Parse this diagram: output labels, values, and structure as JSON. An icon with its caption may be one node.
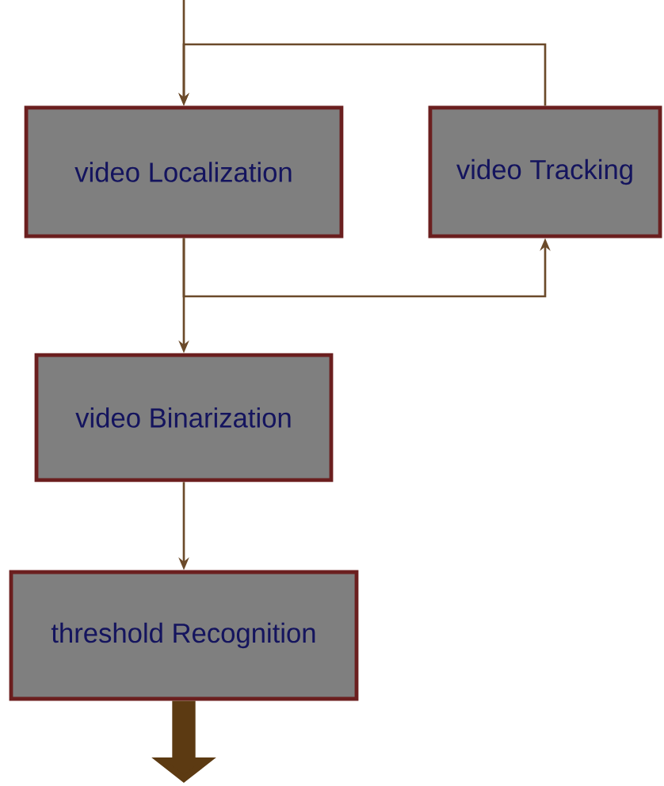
{
  "diagram": {
    "nodes": [
      {
        "text": [
          "video Localization"
        ]
      },
      {
        "text": [
          "video Tracking"
        ]
      },
      {
        "text": [
          "video Binarization"
        ]
      },
      {
        "text": [
          "threshold Recognition"
        ]
      }
    ],
    "edges": [
      {
        "from": null,
        "to": 0,
        "arrow": "to"
      },
      {
        "from": 1,
        "to": 0,
        "arrow": "to"
      },
      {
        "from": 0,
        "to": 1,
        "arrow": "to"
      },
      {
        "from": 0,
        "to": 2,
        "arrow": "to"
      },
      {
        "from": 2,
        "to": 3,
        "arrow": "to"
      },
      {
        "from": 3,
        "to": null,
        "arrow": "to",
        "style": "thick",
        "color": "#5c3a12"
      }
    ]
  }
}
